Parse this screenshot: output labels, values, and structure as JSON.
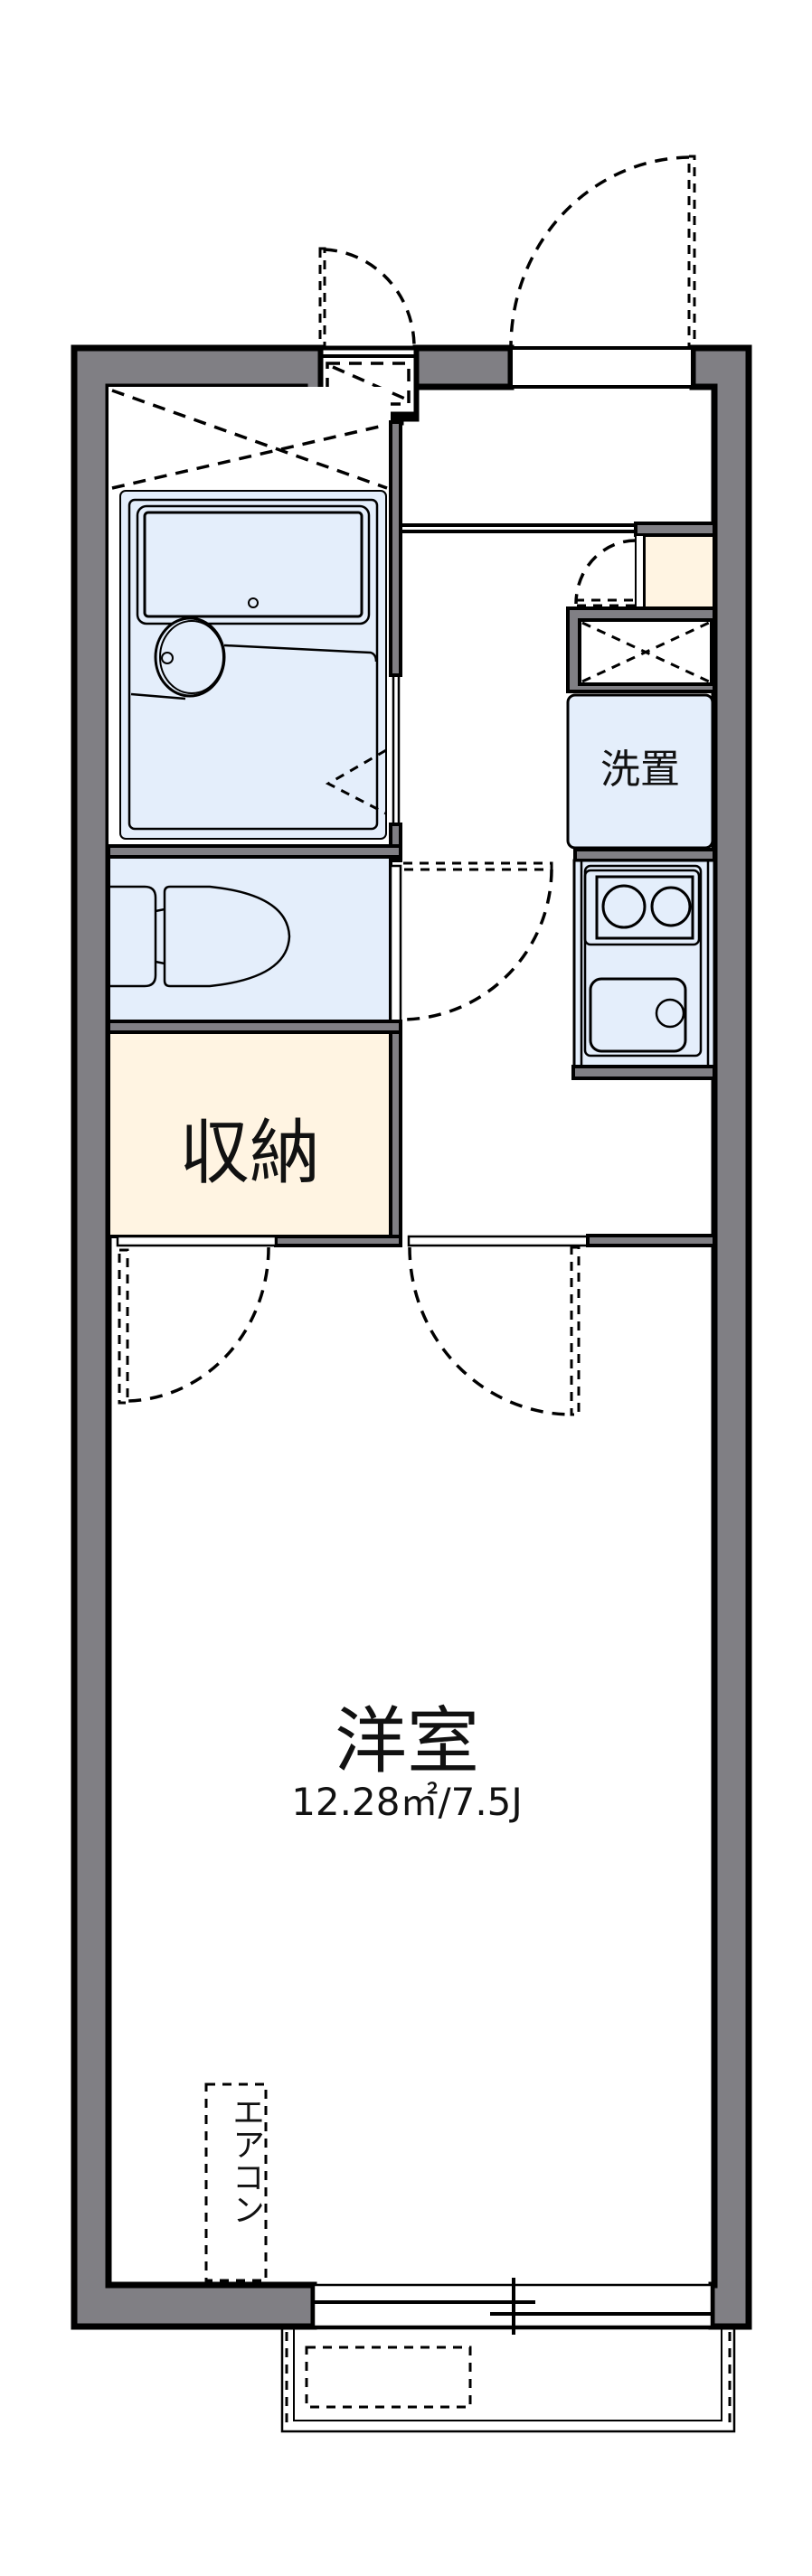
{
  "floorplan": {
    "rooms": [
      {
        "id": "western-room",
        "label": "洋室",
        "area": "12.28㎡/7.5J"
      },
      {
        "id": "storage",
        "label": "収納"
      },
      {
        "id": "washer-space",
        "label": "洗置"
      }
    ],
    "fixtures": {
      "air_conditioner": "エアコン",
      "bath_unit": "bath-unit-icon",
      "toilet": "toilet-icon",
      "kitchen": "kitchen-stove-sink-icon",
      "shoe_box": "shoe-cabinet",
      "balcony": "balcony"
    },
    "colors": {
      "wall": "#807f84",
      "wet_area": "#e4eefb",
      "storage": "#fff4e2"
    }
  }
}
